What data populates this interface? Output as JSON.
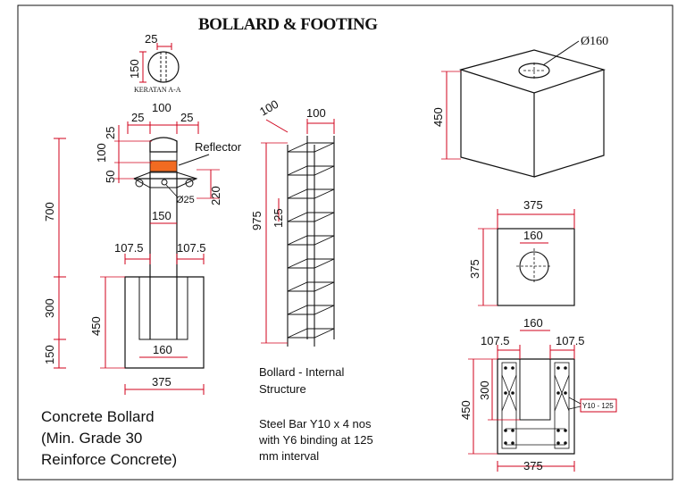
{
  "title": "BOLLARD & FOOTING",
  "section": {
    "label": "KERATAN A-A",
    "dim_width": "25",
    "dim_height": "150"
  },
  "bollard": {
    "dim_top_left": "25",
    "dim_top_mid": "100",
    "dim_top_right": "25",
    "dim_v_25": "25",
    "dim_v_100": "100",
    "dim_v_50": "50",
    "dim_220": "220",
    "reflector_label": "Reflector",
    "bolt_label": "Ø25",
    "dim_700": "700",
    "dim_150_width": "150",
    "dim_107_left": "107.5",
    "dim_107_right": "107.5",
    "dim_300": "300",
    "dim_450": "450",
    "dim_150_bottom": "150",
    "dim_160": "160",
    "dim_375": "375",
    "caption_lines": [
      "Concrete Bollard",
      "(Min. Grade 30",
      "Reinforce Concrete)"
    ]
  },
  "internal": {
    "dim_100_diag": "100",
    "dim_100": "100",
    "dim_975": "975",
    "dim_125": "125",
    "caption_lines": [
      "Bollard - Internal",
      "Structure"
    ],
    "spec_lines": [
      "Steel Bar Y10 x 4 nos",
      "with Y6 binding at 125",
      "mm interval"
    ]
  },
  "footing_3d": {
    "hole_label": "Ø160",
    "dim_450": "450"
  },
  "footing_plan": {
    "dim_375_top": "375",
    "dim_160": "160",
    "dim_375_side": "375"
  },
  "footing_section": {
    "dim_160": "160",
    "dim_107_left": "107.5",
    "dim_107_right": "107.5",
    "dim_450": "450",
    "dim_300": "300",
    "rebar_label": "Y10 - 125",
    "dim_375": "375"
  },
  "colors": {
    "dimension": "#d0021b",
    "reflector": "#f26b21",
    "line": "#111111"
  }
}
